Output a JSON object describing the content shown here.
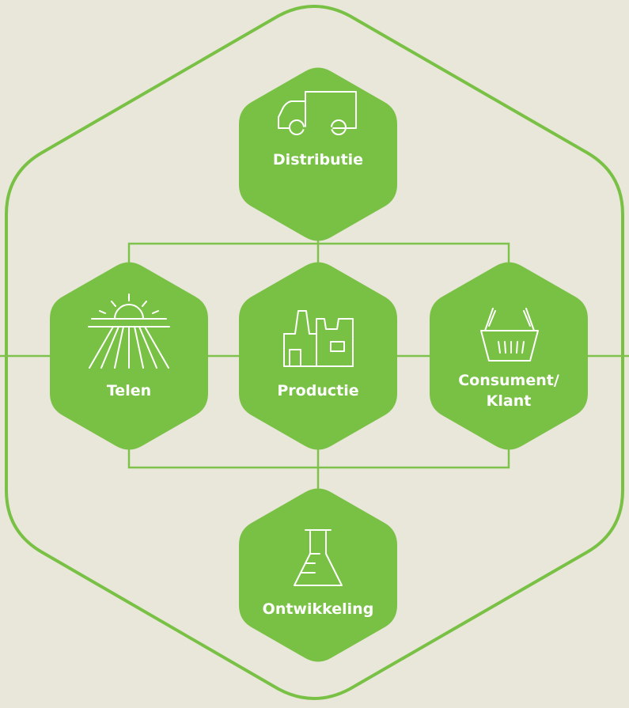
{
  "colors": {
    "background": "#e9e7da",
    "accent_green": "#79c145",
    "line_green": "#7ec24b",
    "icon_stroke": "#ffffff",
    "label_text": "#ffffff"
  },
  "nodes": {
    "distributie": {
      "label": "Distributie",
      "icon": "truck-icon"
    },
    "telen": {
      "label": "Telen",
      "icon": "sun-field-icon"
    },
    "productie": {
      "label": "Productie",
      "icon": "factory-icon"
    },
    "consument": {
      "label": "Consument/\nKlant",
      "icon": "basket-icon"
    },
    "ontwikkeling": {
      "label": "Ontwikkeling",
      "icon": "flask-icon"
    }
  }
}
